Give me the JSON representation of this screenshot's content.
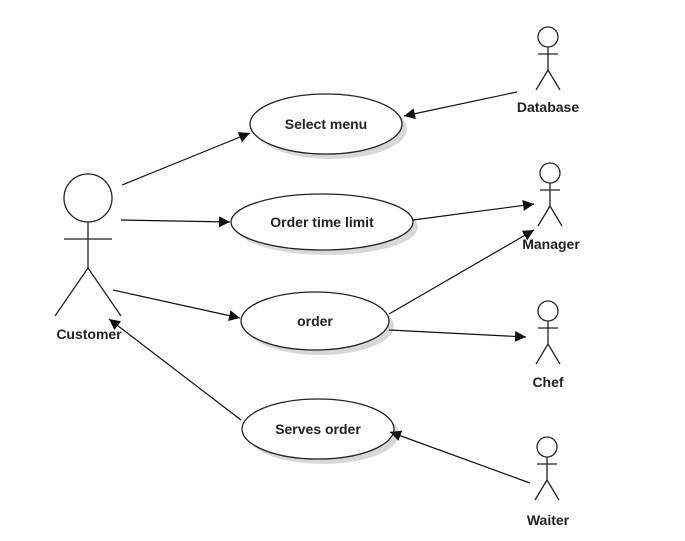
{
  "diagram": {
    "actors": {
      "customer": "Customer",
      "database": "Database",
      "manager": "Manager",
      "chef": "Chef",
      "waiter": "Waiter"
    },
    "use_cases": {
      "select_menu": "Select menu",
      "order_time_limit": "Order time limit",
      "order": "order",
      "serves_order": "Serves order"
    },
    "relations": [
      {
        "from": "Customer",
        "to": "Select menu"
      },
      {
        "from": "Customer",
        "to": "Order time limit"
      },
      {
        "from": "Customer",
        "to": "order"
      },
      {
        "from": "Serves order",
        "to": "Customer"
      },
      {
        "from": "Database",
        "to": "Select menu"
      },
      {
        "from": "Order time limit",
        "to": "Manager"
      },
      {
        "from": "order",
        "to": "Manager"
      },
      {
        "from": "order",
        "to": "Chef"
      },
      {
        "from": "Waiter",
        "to": "Serves order"
      }
    ]
  }
}
